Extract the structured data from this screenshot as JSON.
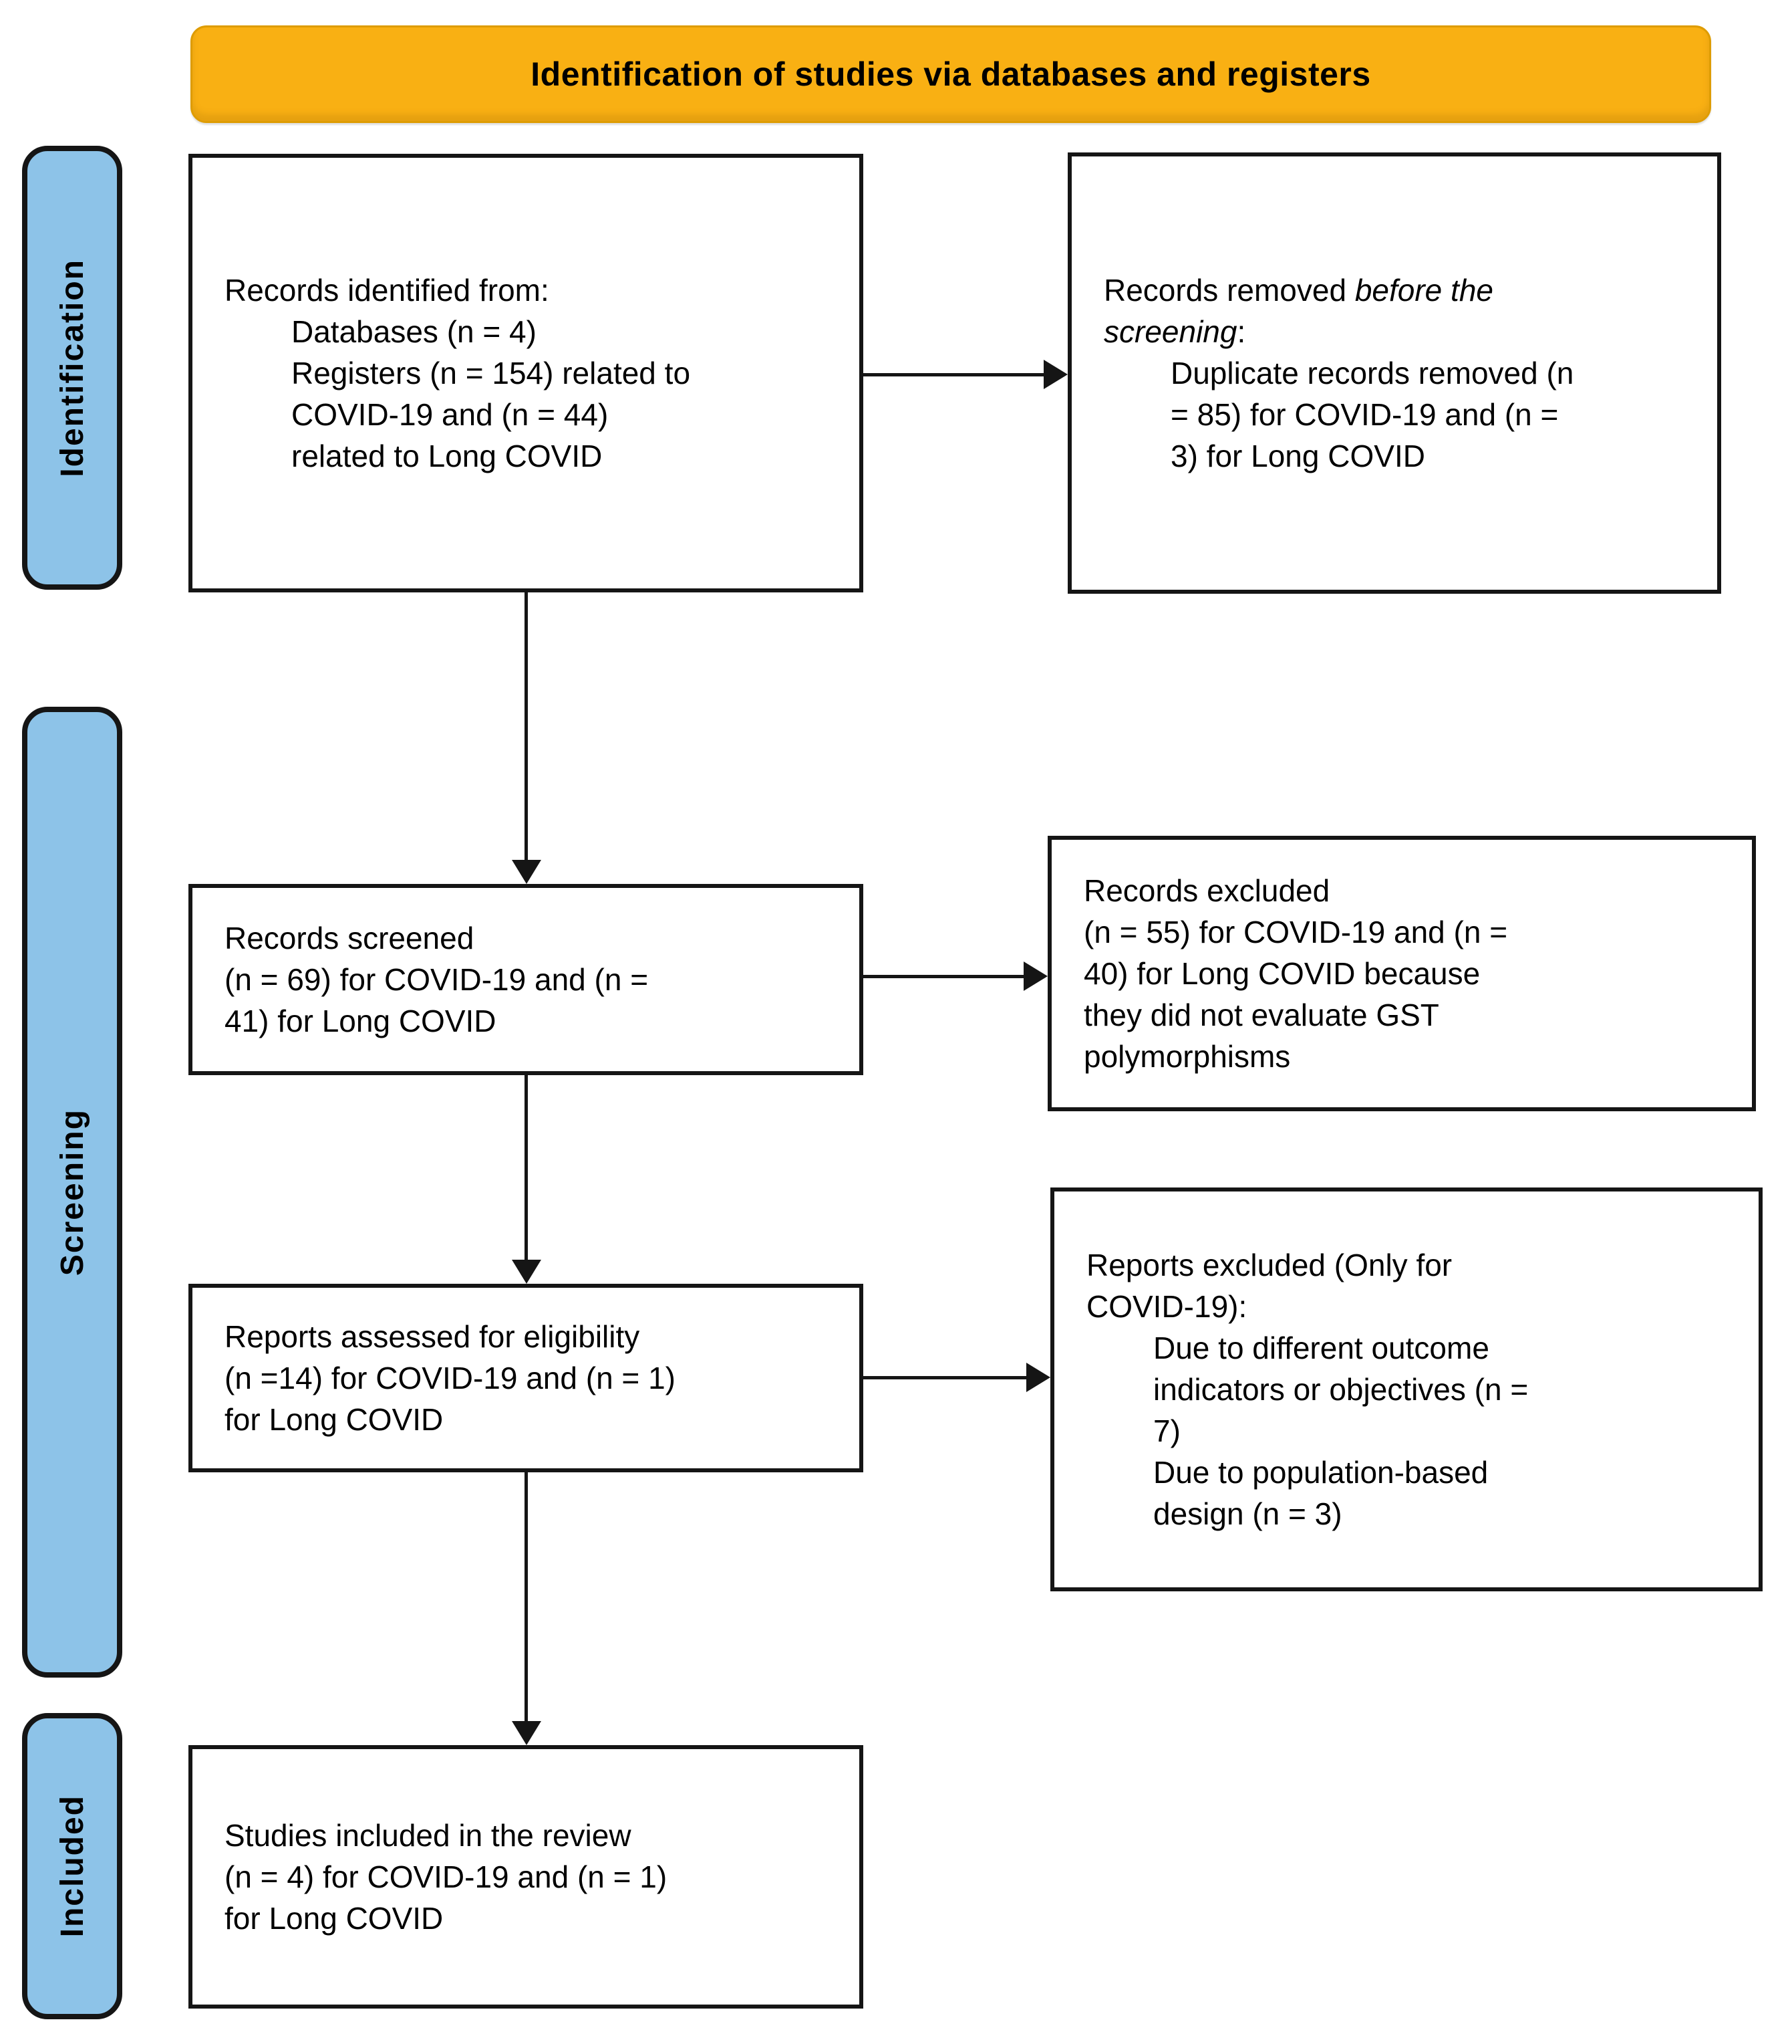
{
  "header": {
    "title": "Identification of studies via databases and registers"
  },
  "colors": {
    "banner_orange": "#F9B013",
    "stage_blue": "#8DC3E8",
    "line_black": "#151515"
  },
  "stages": [
    {
      "label": "Identification"
    },
    {
      "label": "Screening"
    },
    {
      "label": "Included"
    }
  ],
  "boxes": {
    "records_identified": {
      "lines": [
        {
          "ind": 0,
          "t": "Records identified from:"
        },
        {
          "ind": 1,
          "t": "Databases (n = 4)"
        },
        {
          "ind": 1,
          "t": "Registers (n = 154) related to"
        },
        {
          "ind": 1,
          "t": "COVID-19 and (n = 44)"
        },
        {
          "ind": 1,
          "t": "related to Long COVID"
        }
      ]
    },
    "records_removed": {
      "lines": [
        {
          "ind": 0,
          "seg": [
            {
              "t": "Records removed "
            },
            {
              "t": "before the",
              "i": true
            }
          ]
        },
        {
          "ind": 0,
          "seg": [
            {
              "t": "screening",
              "i": true
            },
            {
              "t": ":"
            }
          ]
        },
        {
          "ind": 1,
          "t": "Duplicate records removed (n"
        },
        {
          "ind": 1,
          "t": "= 85) for COVID-19 and (n ="
        },
        {
          "ind": 1,
          "t": "3) for Long COVID"
        }
      ]
    },
    "records_screened": {
      "lines": [
        {
          "ind": 0,
          "t": "Records screened"
        },
        {
          "ind": 0,
          "t": "(n = 69) for COVID-19 and (n ="
        },
        {
          "ind": 0,
          "t": "41) for Long COVID"
        }
      ]
    },
    "records_excluded": {
      "lines": [
        {
          "ind": 0,
          "t": "Records excluded"
        },
        {
          "ind": 0,
          "t": "(n = 55) for COVID-19 and (n ="
        },
        {
          "ind": 0,
          "t": "40) for Long COVID because"
        },
        {
          "ind": 0,
          "t": "they did not evaluate GST"
        },
        {
          "ind": 0,
          "t": "polymorphisms"
        }
      ]
    },
    "reports_assessed": {
      "lines": [
        {
          "ind": 0,
          "t": "Reports assessed for eligibility"
        },
        {
          "ind": 0,
          "t": "(n =14) for COVID-19 and (n = 1)"
        },
        {
          "ind": 0,
          "t": "for Long COVID"
        }
      ]
    },
    "reports_excluded": {
      "lines": [
        {
          "ind": 0,
          "t": "Reports excluded (Only for"
        },
        {
          "ind": 0,
          "t": "COVID-19):"
        },
        {
          "ind": 1,
          "t": "Due to different outcome"
        },
        {
          "ind": 1,
          "t": "indicators or objectives (n ="
        },
        {
          "ind": 1,
          "t": "7)"
        },
        {
          "ind": 1,
          "t": "Due to population-based"
        },
        {
          "ind": 1,
          "t": "design (n = 3)"
        }
      ]
    },
    "studies_included": {
      "lines": [
        {
          "ind": 0,
          "t": "Studies included in the review"
        },
        {
          "ind": 0,
          "t": "(n = 4) for COVID-19 and (n = 1)"
        },
        {
          "ind": 0,
          "t": "for Long COVID"
        }
      ]
    }
  }
}
